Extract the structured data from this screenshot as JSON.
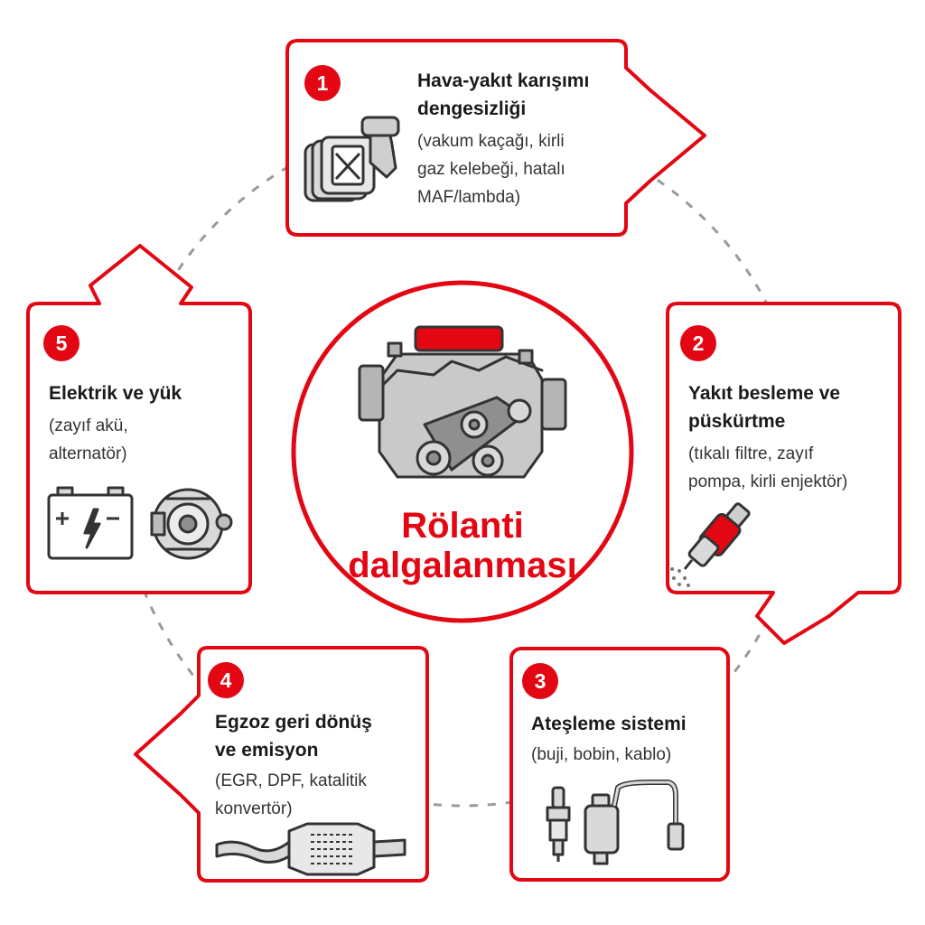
{
  "center": {
    "title_line1": "Rölanti",
    "title_line2": "dalgalanması",
    "icon": "engine-icon"
  },
  "colors": {
    "accent": "#e30613",
    "ink": "#333333",
    "dash": "#9a9a9a"
  },
  "causes": [
    {
      "number": "1",
      "title_lines": [
        "Hava-yakıt karışımı",
        "dengesizliği"
      ],
      "desc_lines": [
        "(vakum kaçağı, kirli",
        "gaz kelebeği, hatalı",
        "MAF/lambda)"
      ],
      "icon": "air-intake-icon"
    },
    {
      "number": "2",
      "title_lines": [
        "Yakıt besleme ve",
        "püskürtme"
      ],
      "desc_lines": [
        "(tıkalı filtre, zayıf",
        "pompa, kirli enjektör)"
      ],
      "icon": "fuel-injector-icon"
    },
    {
      "number": "3",
      "title_lines": [
        "Ateşleme sistemi"
      ],
      "desc_lines": [
        "(buji, bobin, kablo)"
      ],
      "icon": "ignition-parts-icon"
    },
    {
      "number": "4",
      "title_lines": [
        "Egzoz geri dönüş",
        "ve emisyon"
      ],
      "desc_lines": [
        "(EGR, DPF, katalitik",
        "konvertör)"
      ],
      "icon": "catalytic-converter-icon"
    },
    {
      "number": "5",
      "title_lines": [
        "Elektrik ve yük"
      ],
      "desc_lines": [
        "(zayıf akü,",
        "alternatör)"
      ],
      "icon": "battery-alternator-icon"
    }
  ]
}
